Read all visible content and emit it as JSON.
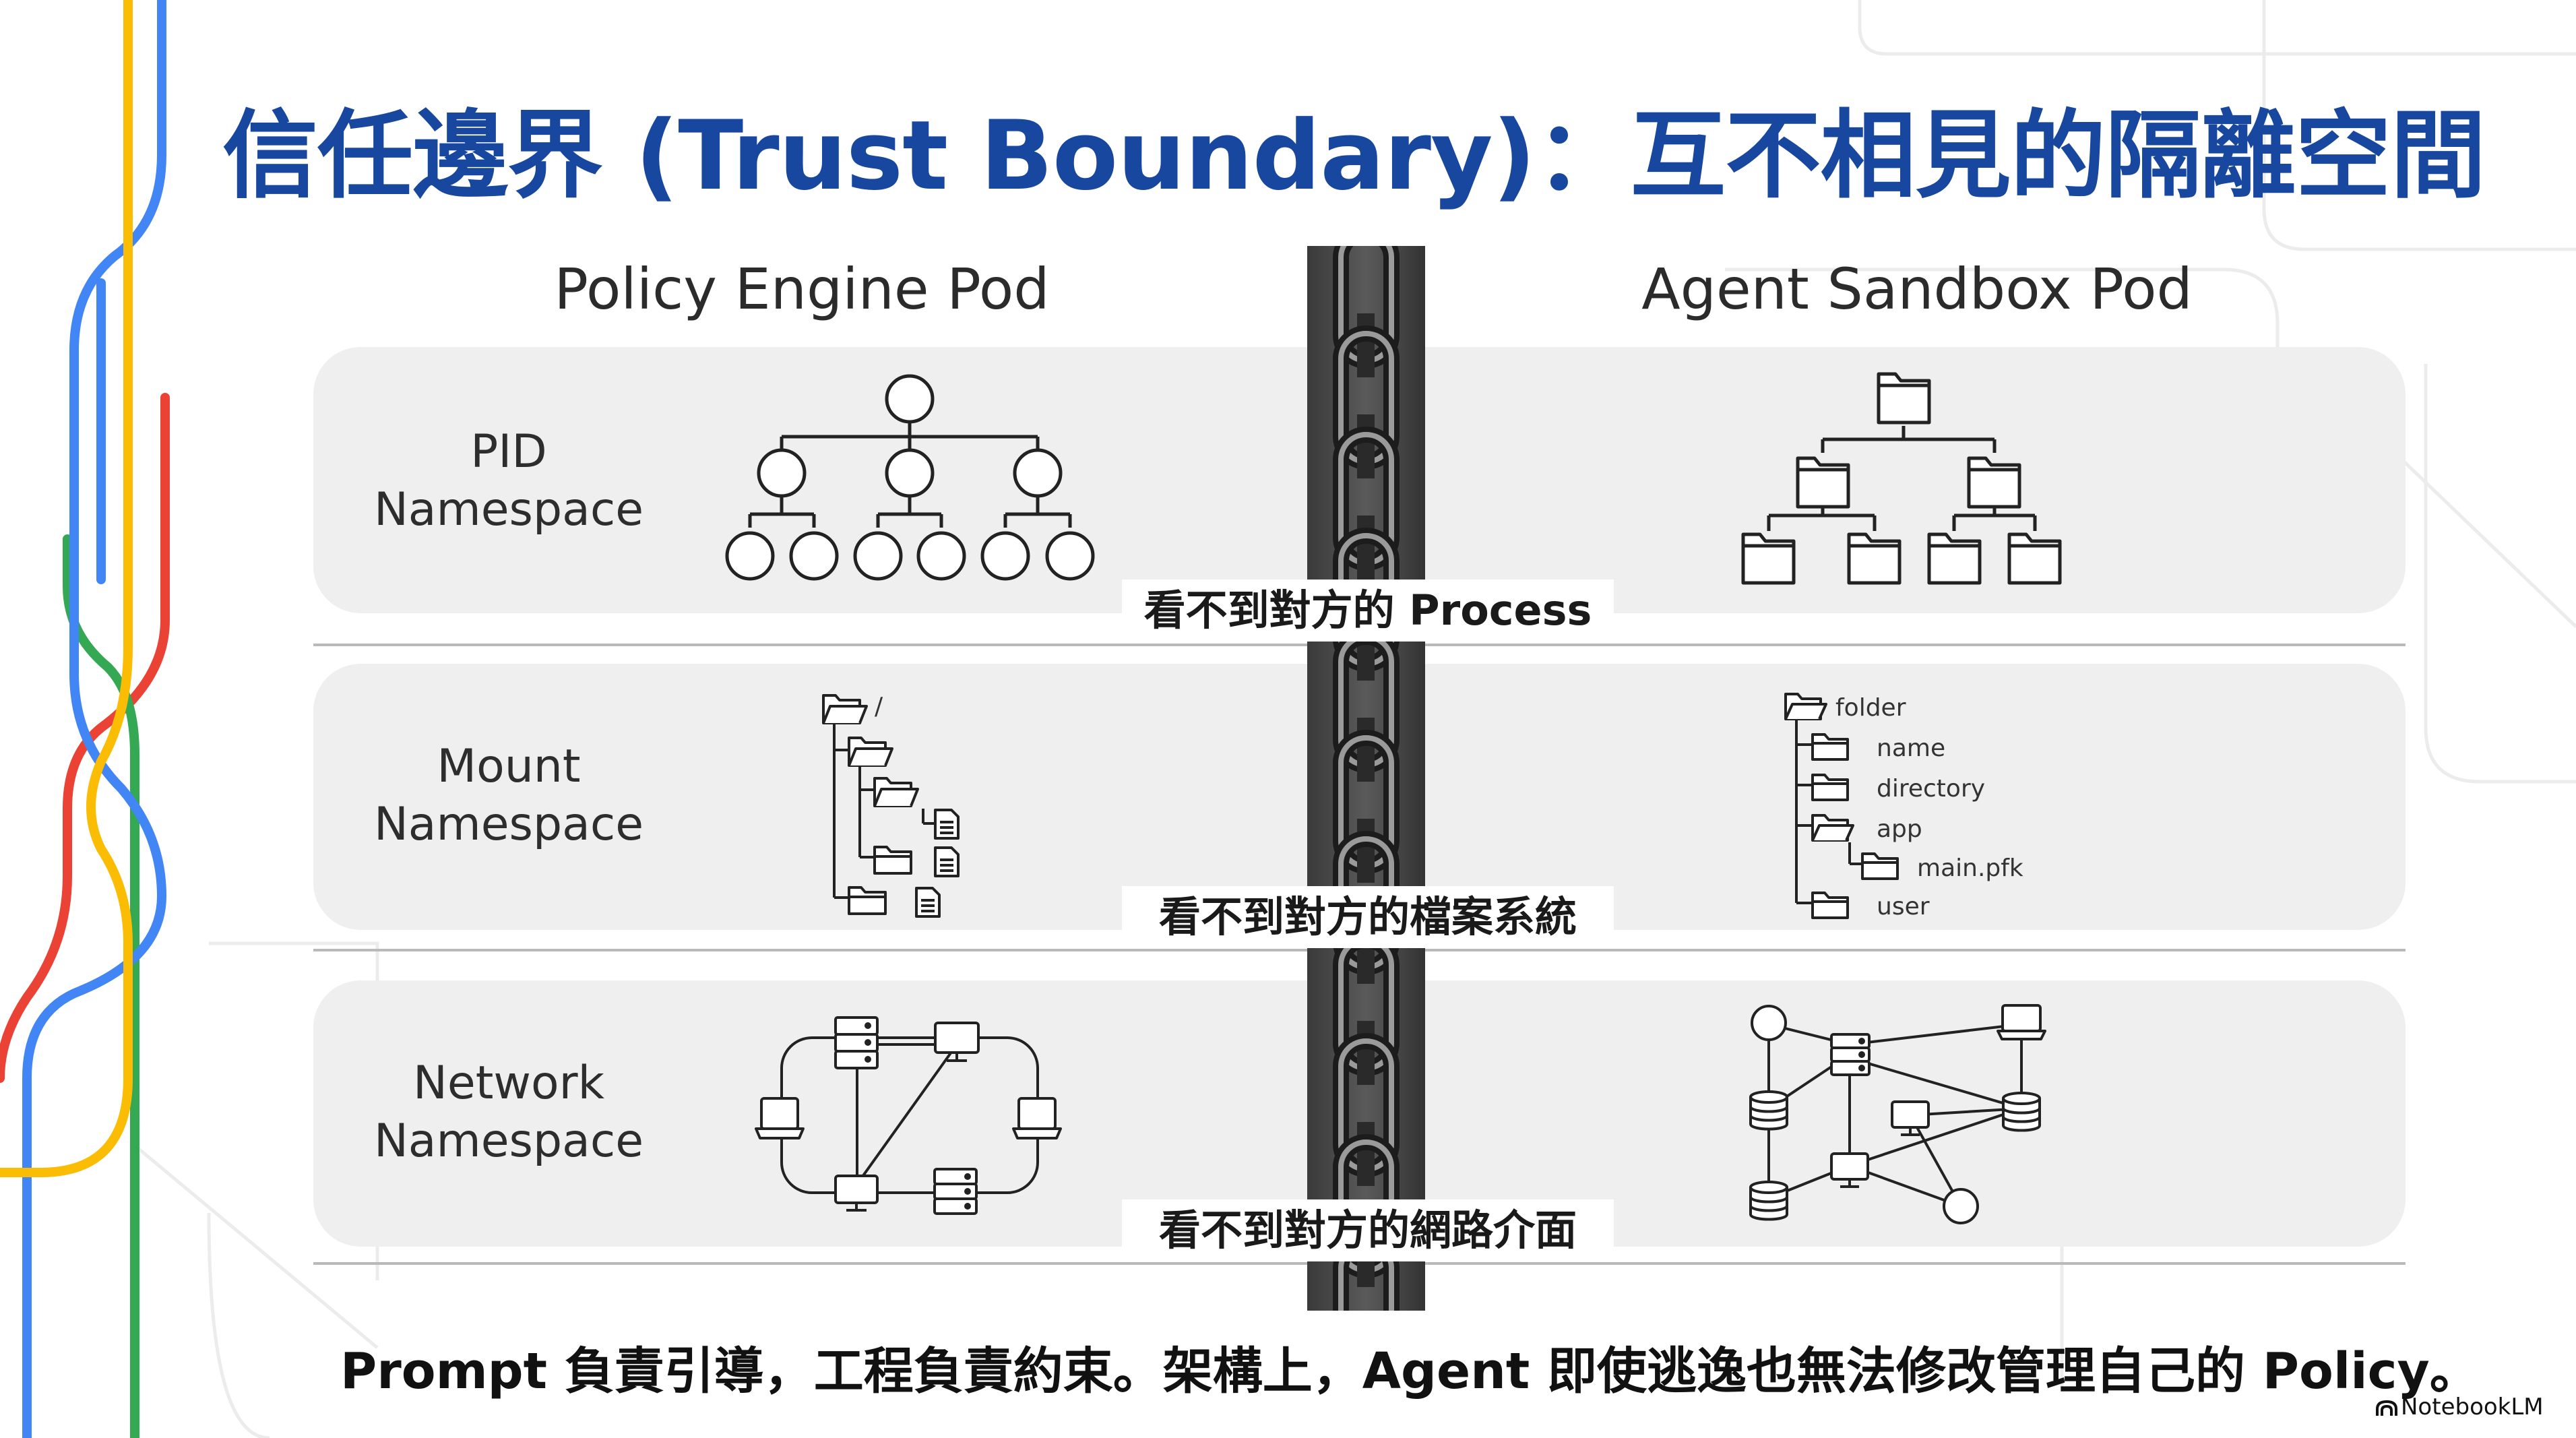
{
  "title": "信任邊界 (Trust Boundary)：互不相見的隔離空間",
  "columns": {
    "left": "Policy Engine Pod",
    "right": "Agent Sandbox Pod"
  },
  "rows": [
    {
      "label": "PID\nNamespace",
      "caption": "看不到對方的 Process"
    },
    {
      "label": "Mount\nNamespace",
      "caption": "看不到對方的檔案系統"
    },
    {
      "label": "Network\nNamespace",
      "caption": "看不到對方的網路介面"
    }
  ],
  "left_mount_tree": {
    "root": "/"
  },
  "right_mount_tree": [
    "folder",
    "name",
    "directory",
    "app",
    "main.pfk",
    "user"
  ],
  "footer": "Prompt 負責引導，工程負責約束。架構上，Agent 即使逃逸也無法修改管理自己的 Policy。",
  "brand": "NotebookLM",
  "icons": [
    "chain-icon",
    "process-tree-icon",
    "folder-tree-icon",
    "file-tree-icon",
    "network-graph-icon",
    "notebooklm-logo-icon"
  ],
  "colors": {
    "title": "#17479e",
    "panel": "#efefef",
    "blue": "#4285f4",
    "red": "#ea4335",
    "yellow": "#fbbc04",
    "green": "#34a853"
  }
}
